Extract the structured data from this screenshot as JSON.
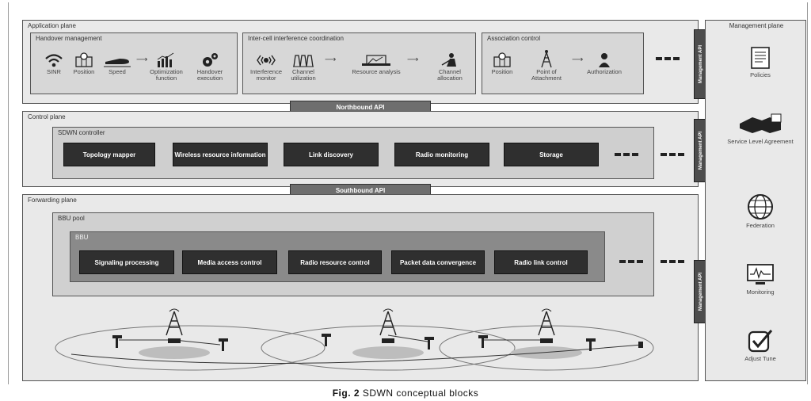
{
  "application_plane": {
    "label": "Application plane",
    "handover": {
      "label": "Handover management",
      "items": [
        "SINR",
        "Position",
        "Speed"
      ],
      "optimization": "Optimization function",
      "execution": "Handover execution"
    },
    "interference": {
      "label": "Inter-cell interference coordination",
      "items": [
        "Interference monitor",
        "Channel utilization",
        "Resource analysis",
        "Channel allocation"
      ]
    },
    "association": {
      "label": "Association control",
      "items": [
        "Position",
        "Point of Attachment",
        "Authorization"
      ]
    }
  },
  "northbound_api": "Northbound API",
  "southbound_api": "Southbound API",
  "management_api": "Management API",
  "control_plane": {
    "label": "Control plane",
    "controller_label": "SDWN controller",
    "modules": [
      "Topology mapper",
      "Wireless resource information",
      "Link discovery",
      "Radio monitoring",
      "Storage"
    ]
  },
  "forwarding_plane": {
    "label": "Forwarding plane",
    "pool_label": "BBU pool",
    "bbu_label": "BBU",
    "modules": [
      "Signaling processing",
      "Media access control",
      "Radio resource control",
      "Packet data convergence",
      "Radio link control"
    ]
  },
  "management_plane": {
    "label": "Management plane",
    "items": [
      {
        "label": "Policies",
        "icon": "document-icon"
      },
      {
        "label": "Service Level Agreement",
        "icon": "handshake-icon"
      },
      {
        "label": "Federation",
        "icon": "globe-icon"
      },
      {
        "label": "Monitoring",
        "icon": "monitor-icon"
      },
      {
        "label": "Adjust Tune",
        "icon": "checkbox-icon"
      }
    ]
  },
  "caption": {
    "prefix": "Fig. 2",
    "text": " SDWN conceptual blocks"
  }
}
